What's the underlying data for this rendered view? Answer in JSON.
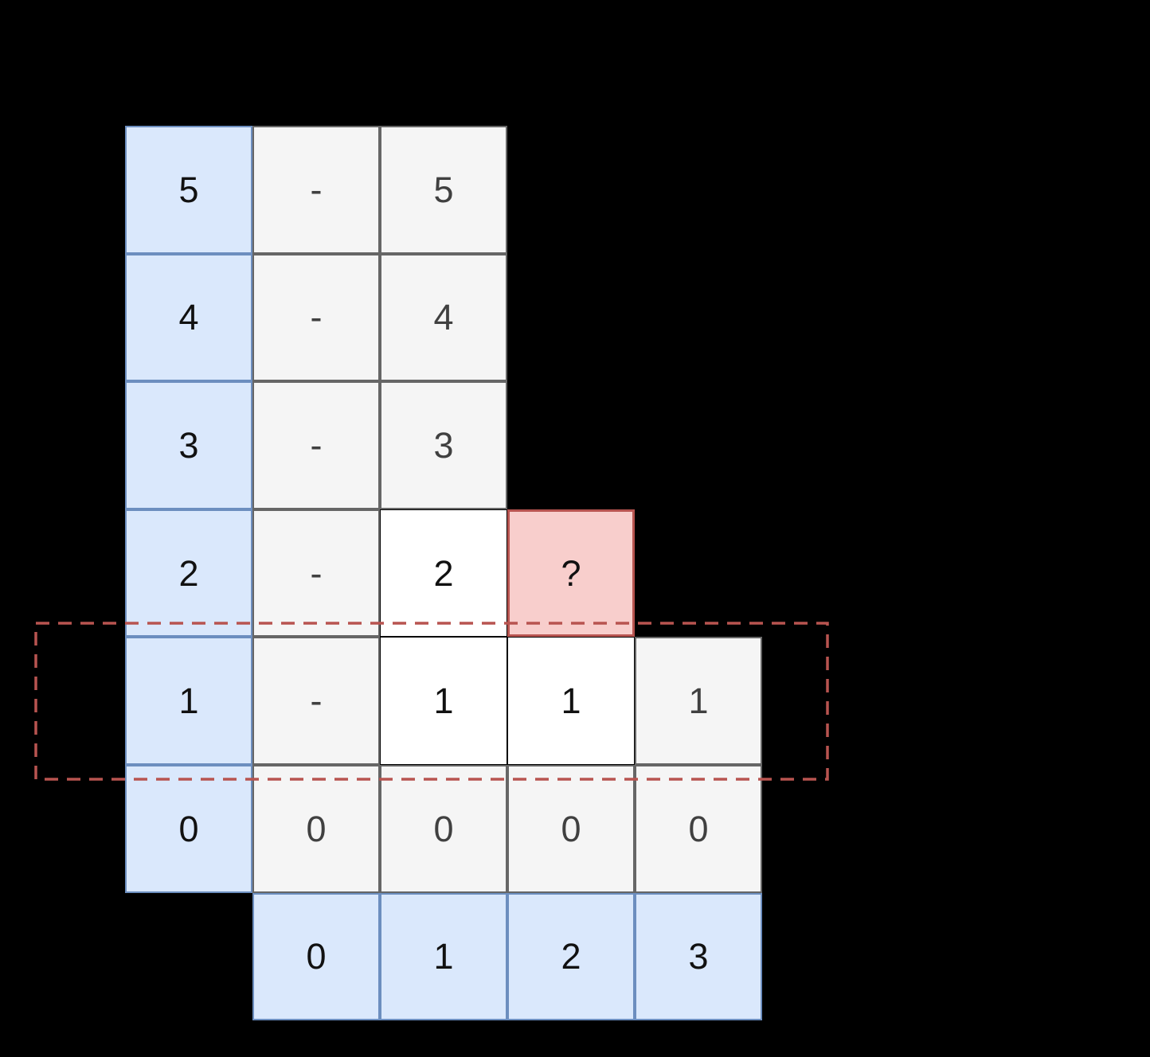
{
  "diagram": {
    "description_label": "dynamic-programming-table",
    "unknown_marker": "?"
  },
  "palette": {
    "background": "#000000",
    "blue_fill": "#dae8fc",
    "blue_border": "#6c8ebf",
    "gray_fill": "#f5f5f5",
    "gray_border": "#666666",
    "white_fill": "#ffffff",
    "white_border": "#000000",
    "red_fill": "#f8cecc",
    "red_border": "#b85450",
    "dashed_color": "#b85450",
    "text_dark": "#111111",
    "text_gray": "#404040"
  },
  "grid": {
    "row_header_values": [
      "5",
      "4",
      "3",
      "2",
      "1",
      "0"
    ],
    "col_header_values": [
      "0",
      "1",
      "2",
      "3"
    ],
    "rows": [
      {
        "cells": [
          {
            "v": "5",
            "t": "blue"
          },
          {
            "v": "-",
            "t": "gray"
          },
          {
            "v": "5",
            "t": "gray"
          },
          {
            "v": "",
            "t": "empty"
          },
          {
            "v": "",
            "t": "empty"
          }
        ]
      },
      {
        "cells": [
          {
            "v": "4",
            "t": "blue"
          },
          {
            "v": "-",
            "t": "gray"
          },
          {
            "v": "4",
            "t": "gray"
          },
          {
            "v": "",
            "t": "empty"
          },
          {
            "v": "",
            "t": "empty"
          }
        ]
      },
      {
        "cells": [
          {
            "v": "3",
            "t": "blue"
          },
          {
            "v": "-",
            "t": "gray"
          },
          {
            "v": "3",
            "t": "gray"
          },
          {
            "v": "",
            "t": "empty"
          },
          {
            "v": "",
            "t": "empty"
          }
        ]
      },
      {
        "cells": [
          {
            "v": "2",
            "t": "blue"
          },
          {
            "v": "-",
            "t": "gray"
          },
          {
            "v": "2",
            "t": "white"
          },
          {
            "v": "?",
            "t": "red"
          },
          {
            "v": "",
            "t": "empty"
          }
        ]
      },
      {
        "cells": [
          {
            "v": "1",
            "t": "blue"
          },
          {
            "v": "-",
            "t": "gray"
          },
          {
            "v": "1",
            "t": "white"
          },
          {
            "v": "1",
            "t": "white"
          },
          {
            "v": "1",
            "t": "gray"
          }
        ]
      },
      {
        "cells": [
          {
            "v": "0",
            "t": "blue"
          },
          {
            "v": "0",
            "t": "gray"
          },
          {
            "v": "0",
            "t": "gray"
          },
          {
            "v": "0",
            "t": "gray"
          },
          {
            "v": "0",
            "t": "gray"
          }
        ]
      },
      {
        "cells": [
          {
            "v": "",
            "t": "empty"
          },
          {
            "v": "0",
            "t": "blue"
          },
          {
            "v": "1",
            "t": "blue"
          },
          {
            "v": "2",
            "t": "blue"
          },
          {
            "v": "3",
            "t": "blue"
          }
        ]
      }
    ]
  },
  "highlight": {
    "shape": "dashed-rectangle",
    "color": "#b85450"
  }
}
